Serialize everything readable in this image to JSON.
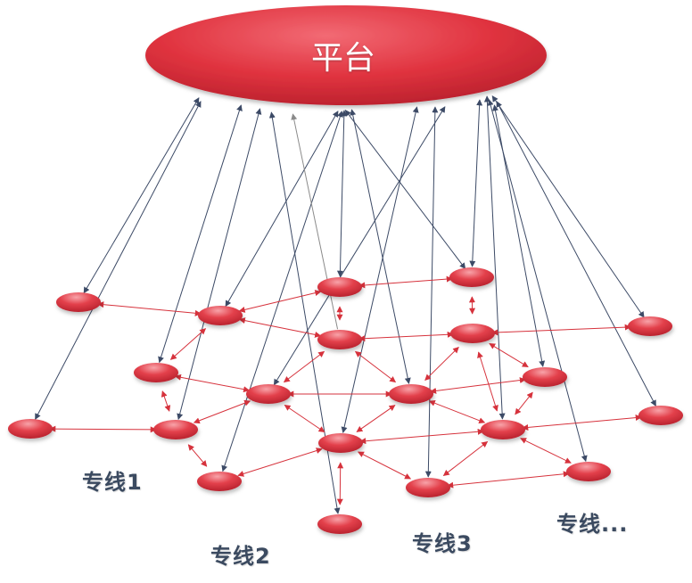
{
  "platform": {
    "label": "平台"
  },
  "line_labels": [
    "专线1",
    "专线2",
    "专线3",
    "专线..."
  ],
  "colors": {
    "node_fill": "#e0333f",
    "node_highlight": "#f6a0a6",
    "platform_fill": "#df3340",
    "uplink_arrow": "#3c4a66",
    "uplink_arrow_alt": "#8a8a8a",
    "peer_arrow": "#d6323c"
  }
}
